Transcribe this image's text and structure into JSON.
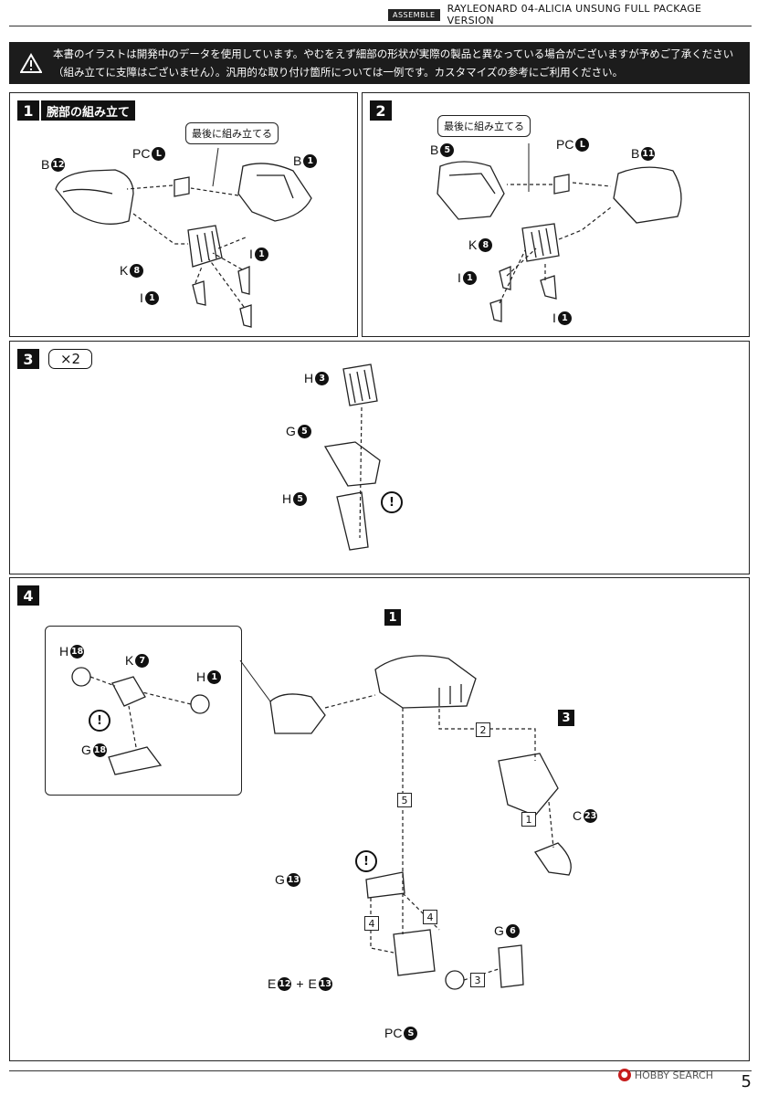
{
  "header": {
    "tag": "ASSEMBLE",
    "title": "RAYLEONARD 04-ALICIA UNSUNG FULL PACKAGE VERSION"
  },
  "warning": {
    "line1": "本書のイラストは開発中のデータを使用しています。やむをえず細部の形状が実際の製品と異なっている場合がございますが予めご了承ください",
    "line2": "（組み立てに支障はございません）。汎用的な取り付け箇所については一例です。カスタマイズの参考にご利用ください。"
  },
  "step1": {
    "num": "1",
    "title": "腕部の組み立て",
    "callout": "最後に組み立てる",
    "labels": {
      "b12_l": "B",
      "b12_n": "12",
      "pcl_l": "PC",
      "pcl_n": "L",
      "b1_l": "B",
      "b1_n": "1",
      "k8_l": "K",
      "k8_n": "8",
      "i1a_l": "I",
      "i1a_n": "1",
      "i1b_l": "I",
      "i1b_n": "1"
    }
  },
  "step2": {
    "num": "2",
    "callout": "最後に組み立てる",
    "labels": {
      "b5_l": "B",
      "b5_n": "5",
      "pcl_l": "PC",
      "pcl_n": "L",
      "b11_l": "B",
      "b11_n": "11",
      "k8_l": "K",
      "k8_n": "8",
      "i1a_l": "I",
      "i1a_n": "1",
      "i1b_l": "I",
      "i1b_n": "1"
    }
  },
  "step3": {
    "num": "3",
    "times": "×2",
    "labels": {
      "h3_l": "H",
      "h3_n": "3",
      "g5_l": "G",
      "g5_n": "5",
      "h5_l": "H",
      "h5_n": "5"
    }
  },
  "step4": {
    "num": "4",
    "sub_labels": {
      "h18_l": "H",
      "h18_n": "18",
      "k7_l": "K",
      "k7_n": "7",
      "h1_l": "H",
      "h1_n": "1",
      "g18_l": "G",
      "g18_n": "18"
    },
    "ref_step1": "1",
    "ref_step3": "3",
    "seq": {
      "s1": "1",
      "s2": "2",
      "s3": "3",
      "s4a": "4",
      "s4b": "4",
      "s5": "5"
    },
    "labels": {
      "c23_l": "C",
      "c23_n": "23",
      "g13_l": "G",
      "g13_n": "13",
      "g6_l": "G",
      "g6_n": "6",
      "e12_l": "E",
      "e12_n": "12",
      "plus": "+",
      "e13_l": "E",
      "e13_n": "13",
      "pcs_l": "PC",
      "pcs_n": "S"
    }
  },
  "footer": {
    "logo": "HOBBY SEARCH",
    "page": "5"
  }
}
